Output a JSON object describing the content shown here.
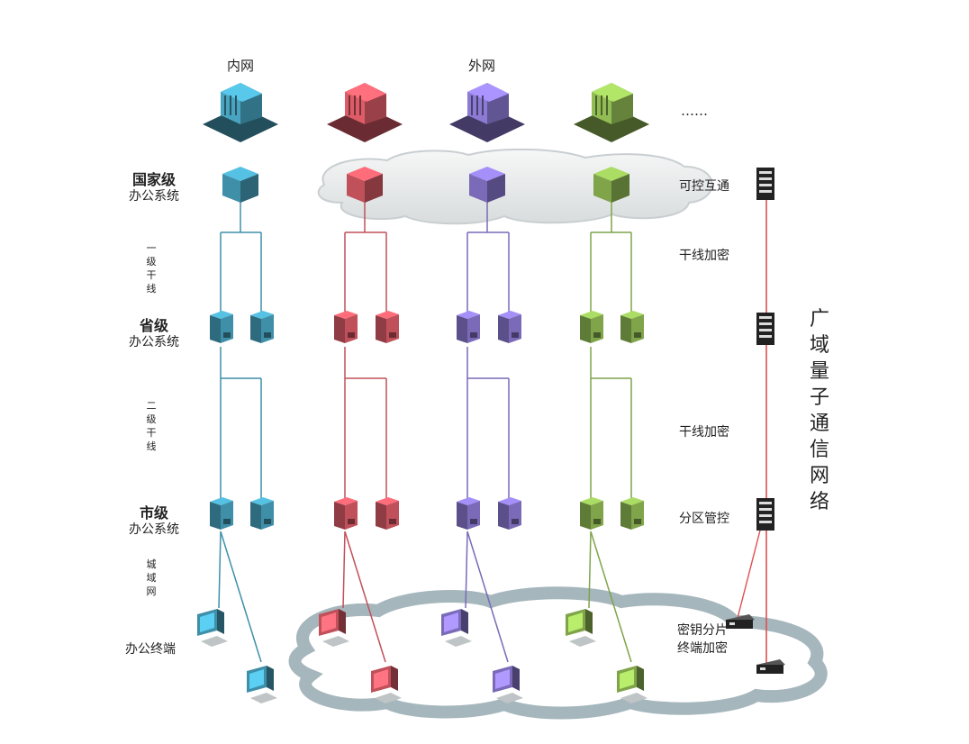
{
  "headers": {
    "intranet": "内网",
    "extranet": "外网",
    "more": "……"
  },
  "levels": {
    "national": {
      "title": "国家级",
      "sub": "办公系统"
    },
    "provincial": {
      "title": "省级",
      "sub": "办公系统"
    },
    "municipal": {
      "title": "市级",
      "sub": "办公系统"
    },
    "terminal": {
      "title": "办公终端"
    }
  },
  "links": {
    "trunk1": "一级干线",
    "trunk2": "二级干线",
    "metro": "城域网"
  },
  "annotations": {
    "controlled": "可控互通",
    "trunk_encrypt_1": "干线加密",
    "trunk_encrypt_2": "干线加密",
    "partition": "分区管控",
    "key_split_1": "密钥分片",
    "key_split_2": "终端加密"
  },
  "vertical_title": "广域量子通信网络",
  "colors": {
    "teal": "#3f8fa8",
    "red": "#c0505a",
    "purple": "#7a6ab8",
    "green": "#7fa44a",
    "quantum": "#e05050",
    "cloud": "#8ea4ab"
  },
  "icons": [
    "building-icon",
    "server-icon",
    "tower-server-icon",
    "desktop-computer-icon",
    "quantum-rack-icon",
    "encryption-box-icon"
  ]
}
